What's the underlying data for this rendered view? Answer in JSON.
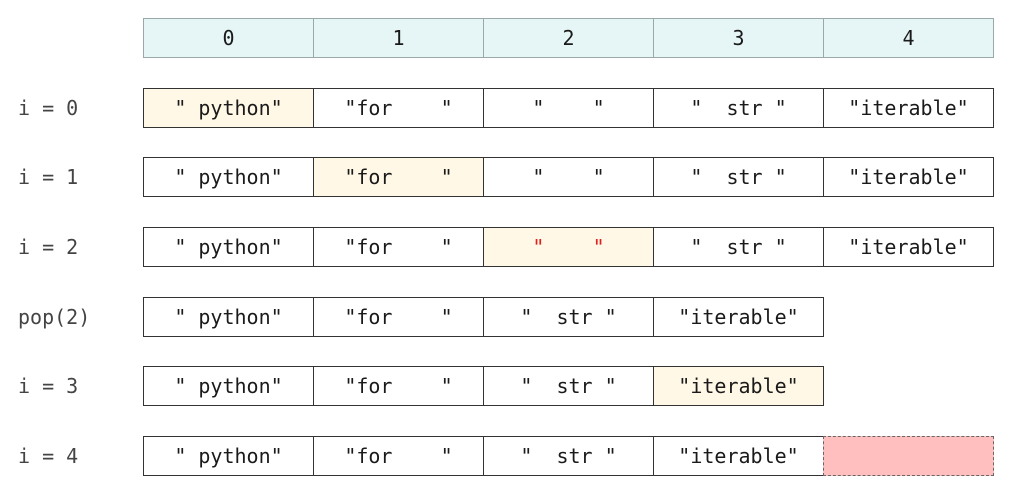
{
  "header": [
    "0",
    "1",
    "2",
    "3",
    "4"
  ],
  "rows": [
    {
      "label": "i = 0",
      "cells": [
        "\" python\"",
        "\"for    \"",
        "\"    \"",
        "\"  str \"",
        "\"iterable\""
      ],
      "highlight": 0
    },
    {
      "label": "i = 1",
      "cells": [
        "\" python\"",
        "\"for    \"",
        "\"    \"",
        "\"  str \"",
        "\"iterable\""
      ],
      "highlight": 1
    },
    {
      "label": "i = 2",
      "cells": [
        "\" python\"",
        "\"for    \"",
        "\"    \"",
        "\"  str \"",
        "\"iterable\""
      ],
      "highlight": 2
    },
    {
      "label": "pop(2)",
      "cells": [
        "\" python\"",
        "\"for    \"",
        "\"  str \"",
        "\"iterable\""
      ]
    },
    {
      "label": "i = 3",
      "cells": [
        "\" python\"",
        "\"for    \"",
        "\"  str \"",
        "\"iterable\""
      ],
      "highlight": 3
    },
    {
      "label": "i = 4",
      "cells": [
        "\" python\"",
        "\"for    \"",
        "\"  str \"",
        "\"iterable\"",
        ""
      ],
      "out_of_range": 4
    }
  ],
  "colors": {
    "header_bg": "#e6f5f5",
    "highlight_bg": "#fff8e6",
    "removed_text": "#e02020",
    "out_of_range_bg": "#ffbfbf"
  }
}
